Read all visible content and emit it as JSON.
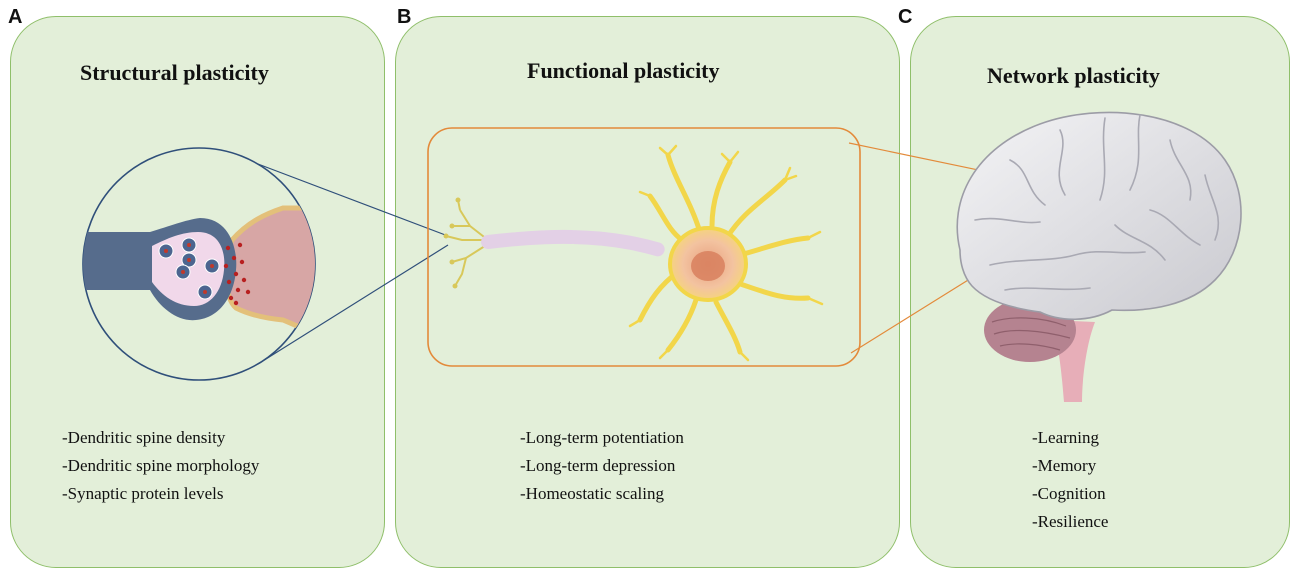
{
  "panels": {
    "a": {
      "letter": "A",
      "title": "Structural plasticity",
      "items": [
        "-Dendritic spine density",
        "-Dendritic spine morphology",
        "-Synaptic protein levels"
      ]
    },
    "b": {
      "letter": "B",
      "title": "Functional plasticity",
      "items": [
        "-Long-term potentiation",
        "-Long-term depression",
        "-Homeostatic scaling"
      ]
    },
    "c": {
      "letter": "C",
      "title": "Network plasticity",
      "items": [
        "-Learning",
        "-Memory",
        "-Cognition",
        "-Resilience"
      ]
    }
  },
  "colors": {
    "panel_fill": "#e3efd9",
    "panel_border": "#8fbf6a",
    "zoom_circle": "#2f4f7a",
    "zoom_box": "#e38a3a"
  },
  "icons": [
    "synapse-icon",
    "neuron-icon",
    "brain-icon"
  ]
}
